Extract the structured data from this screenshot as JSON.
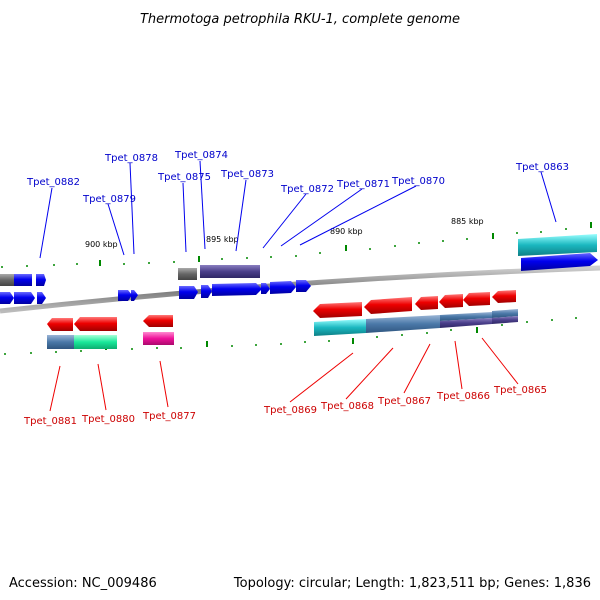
{
  "title": "Thermotoga petrophila RKU-1, complete genome",
  "footer": {
    "accession": "Accession: NC_009486",
    "topology": "Topology: circular; Length: 1,823,511 bp; Genes: 1,836"
  },
  "scale_labels": [
    "900 kbp",
    "895 kbp",
    "890 kbp",
    "885 kbp"
  ],
  "colors": {
    "forward_gene": "#0000ee",
    "reverse_gene": "#ee0000",
    "forward_label": "#0000cc",
    "reverse_label": "#cc0000",
    "backbone": "#888888",
    "tick": "#008800"
  },
  "top_labels": [
    "Tpet_0882",
    "Tpet_0879",
    "Tpet_0878",
    "Tpet_0875",
    "Tpet_0874",
    "Tpet_0873",
    "Tpet_0872",
    "Tpet_0871",
    "Tpet_0870",
    "Tpet_0863"
  ],
  "bottom_labels": [
    "Tpet_0881",
    "Tpet_0880",
    "Tpet_0877",
    "Tpet_0869",
    "Tpet_0868",
    "Tpet_0867",
    "Tpet_0866",
    "Tpet_0865"
  ]
}
